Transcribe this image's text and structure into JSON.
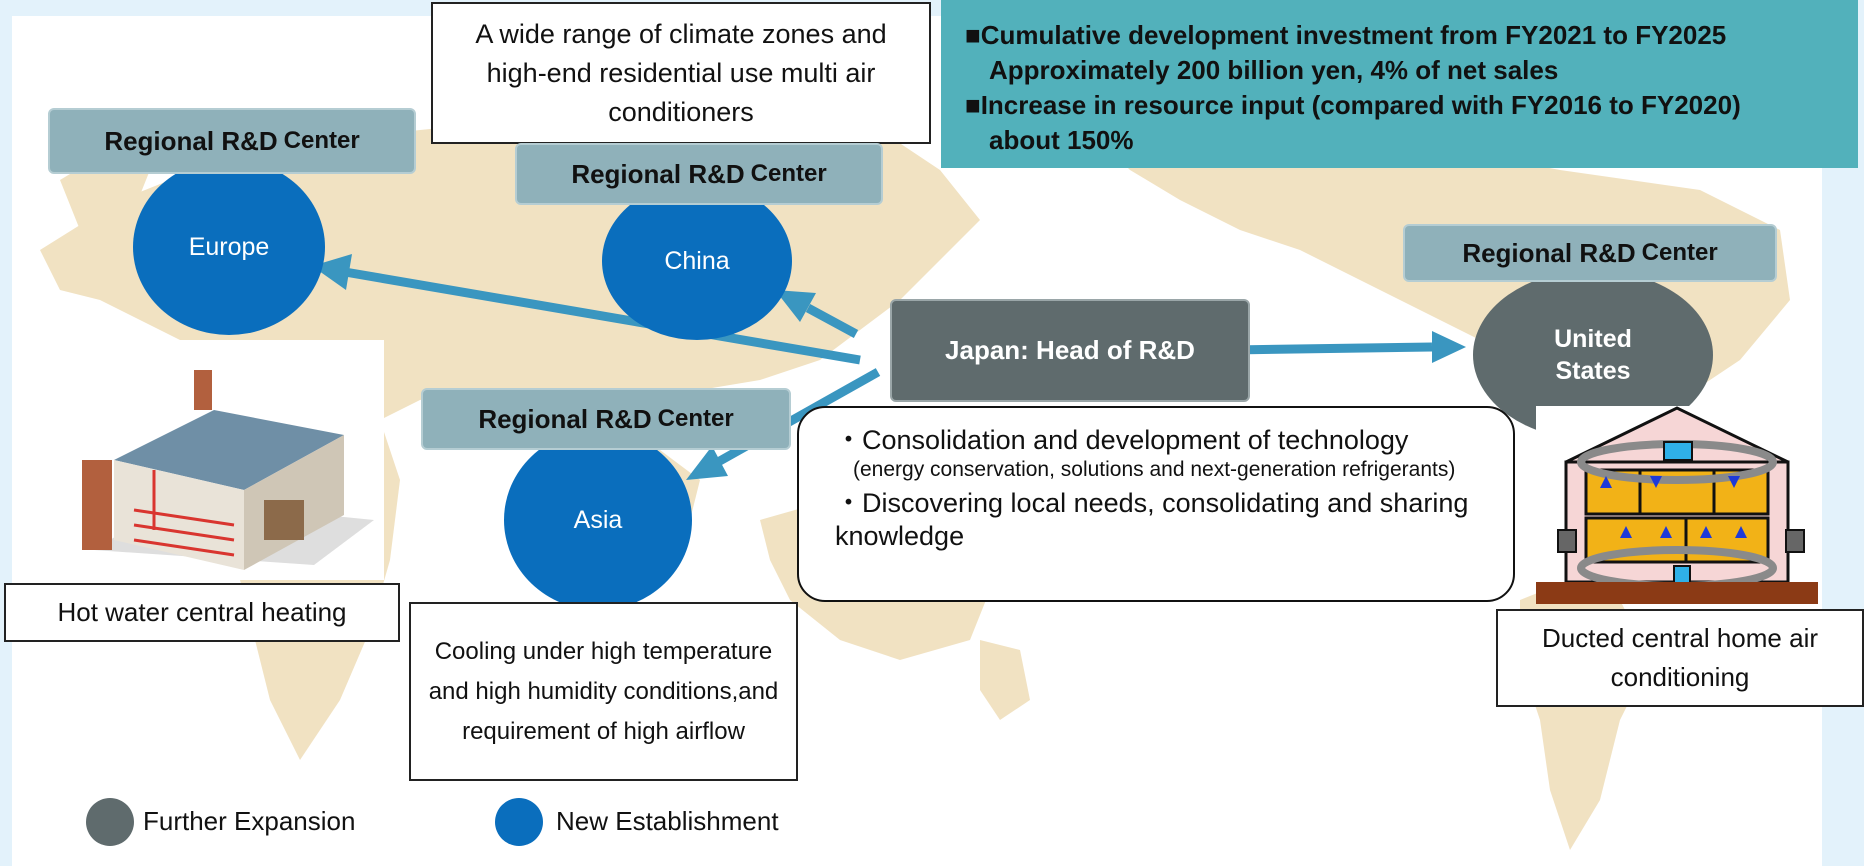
{
  "colors": {
    "new_establishment": "#0a6ebd",
    "further_expansion": "#5f6b6d",
    "regional_label": "#8fb1ba",
    "investment_banner": "#52b1bb",
    "arrow": "#3a96c0",
    "map_land": "#f1e2c2"
  },
  "investment": {
    "line1": "■Cumulative development investment from FY2021 to FY2025",
    "line2": "Approximately 200 billion yen, 4% of net sales",
    "line3": "■Increase in resource input (compared with FY2016 to FY2020)",
    "line4": "about 150%"
  },
  "regional_label": {
    "main": "Regional R&D",
    "suffix": "Center"
  },
  "centers": {
    "europe": "Europe",
    "china": "China",
    "asia": "Asia",
    "us_line1": "United",
    "us_line2": "States"
  },
  "hq": {
    "label": "Japan: Head of R&D"
  },
  "notes": {
    "china": "A wide range of climate zones and high-end residential use multi air conditioners",
    "europe": "Hot water central heating",
    "asia": "Cooling under high temperature and high humidity conditions,and requirement of high airflow",
    "us": "Ducted central home air conditioning"
  },
  "roles": {
    "item1": "・Consolidation and development of technology",
    "item1_detail": "(energy conservation, solutions and next-generation refrigerants)",
    "item2": "・Discovering local needs, consolidating and sharing knowledge"
  },
  "legend": {
    "further_expansion": "Further Expansion",
    "new_establishment": "New Establishment"
  },
  "icons": [
    "house-heating-illustration",
    "ducted-house-illustration"
  ]
}
